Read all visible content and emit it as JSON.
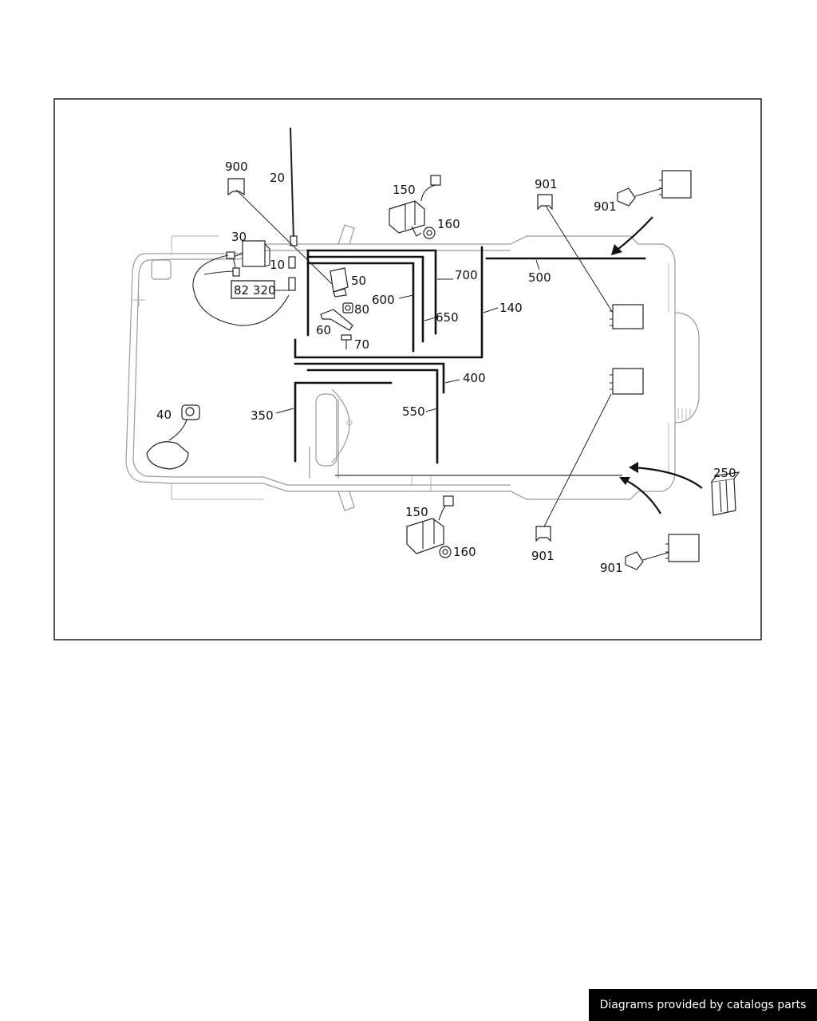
{
  "diagram": {
    "labels": {
      "p10": "10",
      "p20": "20",
      "p30": "30",
      "p40": "40",
      "p50": "50",
      "p60": "60",
      "p70": "70",
      "p80": "80",
      "p140": "140",
      "p150_top": "150",
      "p150_bottom": "150",
      "p160_top": "160",
      "p160_bottom": "160",
      "p250": "250",
      "p350": "350",
      "p400": "400",
      "p500": "500",
      "p550": "550",
      "p600": "600",
      "p650": "650",
      "p700": "700",
      "p900": "900",
      "p901_top": "901",
      "p901_top_right": "901",
      "p901_bottom": "901",
      "p901_bottom_right": "901",
      "ref_box": "82 320"
    }
  },
  "footer": {
    "credit": "Diagrams provided by catalogs parts"
  }
}
